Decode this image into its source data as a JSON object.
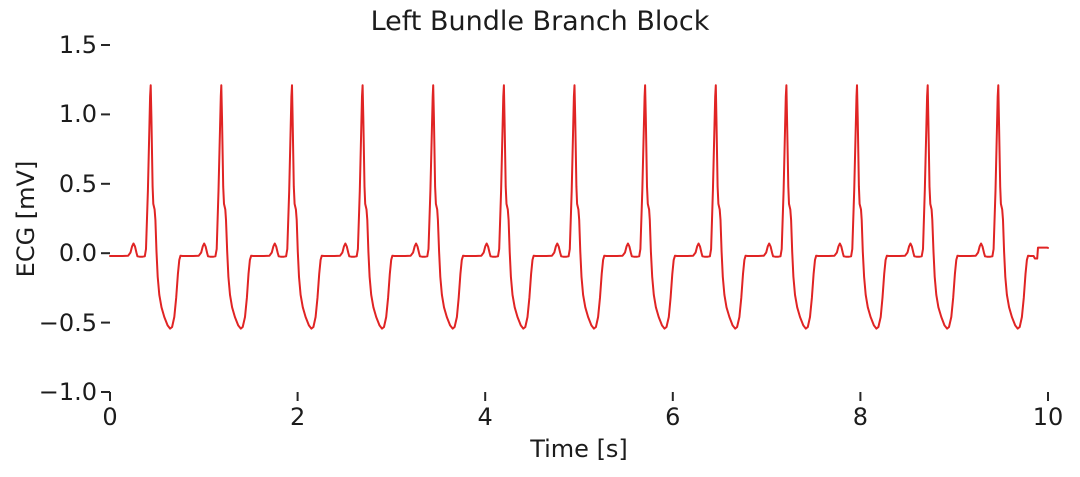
{
  "chart_data": {
    "type": "line",
    "title": "Left Bundle Branch Block",
    "xlabel": "Time [s]",
    "ylabel": "ECG [mV]",
    "xlim": [
      0,
      10
    ],
    "ylim": [
      -1.0,
      1.5
    ],
    "grid": false,
    "legend": "none",
    "line_color": "#e02424",
    "tick_color": "#262626",
    "text_color": "#1c1c1c",
    "background_color": "#ffffff",
    "xticks": [
      {
        "v": 0,
        "label": "0"
      },
      {
        "v": 2,
        "label": "2"
      },
      {
        "v": 4,
        "label": "4"
      },
      {
        "v": 6,
        "label": "6"
      },
      {
        "v": 8,
        "label": "8"
      },
      {
        "v": 10,
        "label": "10"
      }
    ],
    "yticks": [
      {
        "v": 1.5,
        "label": "1.5"
      },
      {
        "v": 1.0,
        "label": "1.0"
      },
      {
        "v": 0.5,
        "label": "0.5"
      },
      {
        "v": 0.0,
        "label": "0.0"
      },
      {
        "v": -0.5,
        "label": "−0.5"
      },
      {
        "v": -1.0,
        "label": "−1.0"
      }
    ],
    "ecg": {
      "description": "Simulated ECG, left bundle branch block morphology: small P wave, tall narrow R wave with notched downstroke, broad deep discordant T-wave inversion",
      "r_peak_mv": 1.21,
      "t_trough_mv": -0.54,
      "p_peak_mv": 0.07,
      "baseline_mv": -0.02,
      "beat_period_s": 0.753,
      "beat_times_s": [
        0.434,
        1.187,
        1.94,
        2.693,
        3.446,
        4.199,
        4.952,
        5.705,
        6.458,
        7.211,
        7.964,
        8.717,
        9.47
      ],
      "beat_shape_dt_mv": [
        [
          -0.376,
          -0.02
        ],
        [
          -0.3,
          -0.02
        ],
        [
          -0.24,
          -0.018
        ],
        [
          -0.215,
          0.005
        ],
        [
          -0.198,
          0.05
        ],
        [
          -0.183,
          0.07
        ],
        [
          -0.168,
          0.048
        ],
        [
          -0.152,
          0.002
        ],
        [
          -0.142,
          -0.022
        ],
        [
          -0.12,
          -0.025
        ],
        [
          -0.085,
          -0.025
        ],
        [
          -0.063,
          -0.022
        ],
        [
          -0.05,
          0.03
        ],
        [
          -0.03,
          0.45
        ],
        [
          -0.006,
          1.13
        ],
        [
          0.0,
          1.21
        ],
        [
          0.007,
          0.98
        ],
        [
          0.02,
          0.48
        ],
        [
          0.028,
          0.355
        ],
        [
          0.042,
          0.315
        ],
        [
          0.05,
          0.24
        ],
        [
          0.062,
          0.01
        ],
        [
          0.075,
          -0.17
        ],
        [
          0.092,
          -0.3
        ],
        [
          0.115,
          -0.39
        ],
        [
          0.145,
          -0.46
        ],
        [
          0.18,
          -0.52
        ],
        [
          0.207,
          -0.543
        ],
        [
          0.228,
          -0.532
        ],
        [
          0.252,
          -0.46
        ],
        [
          0.272,
          -0.32
        ],
        [
          0.29,
          -0.15
        ],
        [
          0.305,
          -0.048
        ],
        [
          0.318,
          -0.018
        ],
        [
          0.34,
          -0.02
        ],
        [
          0.376,
          -0.02
        ]
      ],
      "leading_points_t_mv": [
        [
          0.0,
          -0.02
        ]
      ],
      "trailing_points_t_mv": [
        [
          9.86,
          -0.038
        ],
        [
          9.885,
          -0.038
        ],
        [
          9.893,
          0.04
        ],
        [
          9.99,
          0.04
        ],
        [
          10.0,
          0.038
        ]
      ]
    }
  }
}
